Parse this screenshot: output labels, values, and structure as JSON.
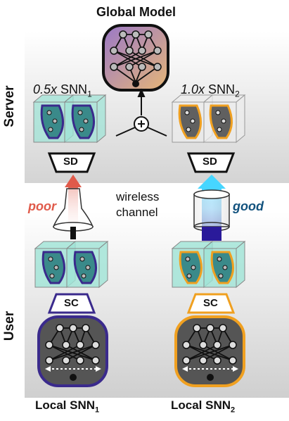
{
  "title": "Global Model",
  "rows": {
    "server": "Server",
    "user": "User"
  },
  "left_snn_label": {
    "prefix": "0.5x",
    "name": "SNN",
    "sub": "1"
  },
  "right_snn_label": {
    "prefix": "1.0x",
    "name": "SNN",
    "sub": "2"
  },
  "encoder_label": "SD",
  "decoder_label": "SC",
  "channel": {
    "line1": "wireless",
    "line2": "channel",
    "poor": "poor",
    "good": "good"
  },
  "bottom_left": {
    "name": "Local SNN",
    "sub": "1"
  },
  "bottom_right": {
    "name": "Local SNN",
    "sub": "2"
  },
  "colors": {
    "left_accent": "#3a2a8c",
    "right_accent": "#f0a020",
    "poor": "#e05a4a",
    "good": "#12527e",
    "cube": "#9fe3d6"
  }
}
